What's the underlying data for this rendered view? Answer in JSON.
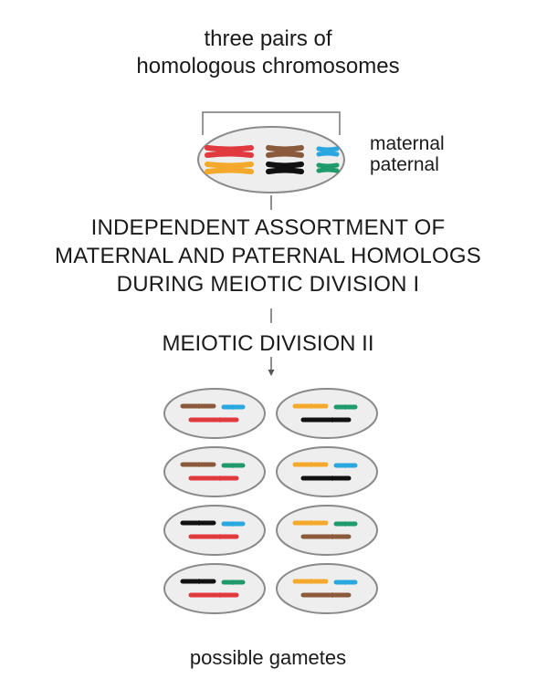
{
  "title": {
    "line1": "three pairs of",
    "line2": "homologous chromosomes"
  },
  "legend": {
    "maternal": "maternal",
    "paternal": "paternal"
  },
  "stage1": {
    "line1": "INDEPENDENT ASSORTMENT OF",
    "line2": "MATERNAL AND PATERNAL HOMOLOGS",
    "line3": "DURING MEIOTIC DIVISION I"
  },
  "stage2": "MEIOTIC DIVISION II",
  "footer": "possible gametes",
  "colors": {
    "maternal_long": "#e03a3e",
    "paternal_long": "#f4a92c",
    "maternal_medium": "#8b5a3c",
    "paternal_medium": "#111111",
    "maternal_short": "#2aa7de",
    "paternal_short": "#1f9a6a",
    "cell_fill": "#eeeeee",
    "cell_stroke": "#8a8a8a"
  },
  "gametes": [
    {
      "top": "maternal_medium",
      "top_short": "maternal_short",
      "bottom": "maternal_long"
    },
    {
      "top": "paternal_long",
      "top_short": "paternal_short",
      "bottom": "paternal_medium"
    },
    {
      "top": "maternal_medium",
      "top_short": "paternal_short",
      "bottom": "maternal_long"
    },
    {
      "top": "paternal_long",
      "top_short": "maternal_short",
      "bottom": "paternal_medium"
    },
    {
      "top": "paternal_medium",
      "top_short": "maternal_short",
      "bottom": "maternal_long"
    },
    {
      "top": "paternal_long",
      "top_short": "paternal_short",
      "bottom": "maternal_medium"
    },
    {
      "top": "paternal_medium",
      "top_short": "paternal_short",
      "bottom": "maternal_long"
    },
    {
      "top": "paternal_long",
      "top_short": "maternal_short",
      "bottom": "maternal_medium"
    }
  ]
}
